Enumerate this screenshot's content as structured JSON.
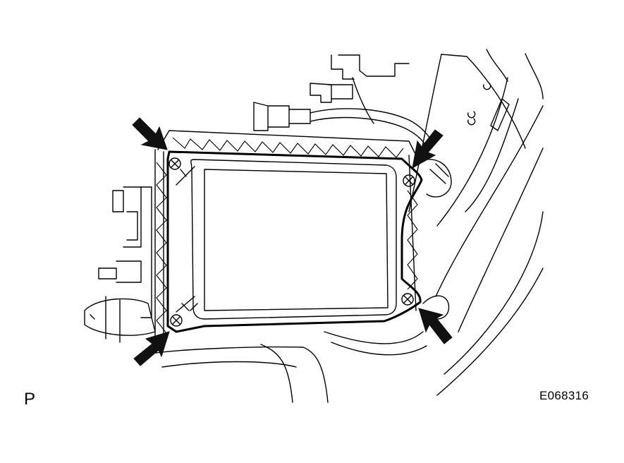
{
  "figure": {
    "view_code": "P",
    "figure_id": "E068316"
  },
  "callouts": [
    {
      "name": "arrow-top-left",
      "points_to": "screw-top-left"
    },
    {
      "name": "arrow-top-right",
      "points_to": "screw-top-right"
    },
    {
      "name": "arrow-bottom-left",
      "points_to": "screw-bottom-left"
    },
    {
      "name": "arrow-bottom-right",
      "points_to": "screw-bottom-right"
    }
  ],
  "style": {
    "line_color": "#000000",
    "background": "#ffffff"
  }
}
